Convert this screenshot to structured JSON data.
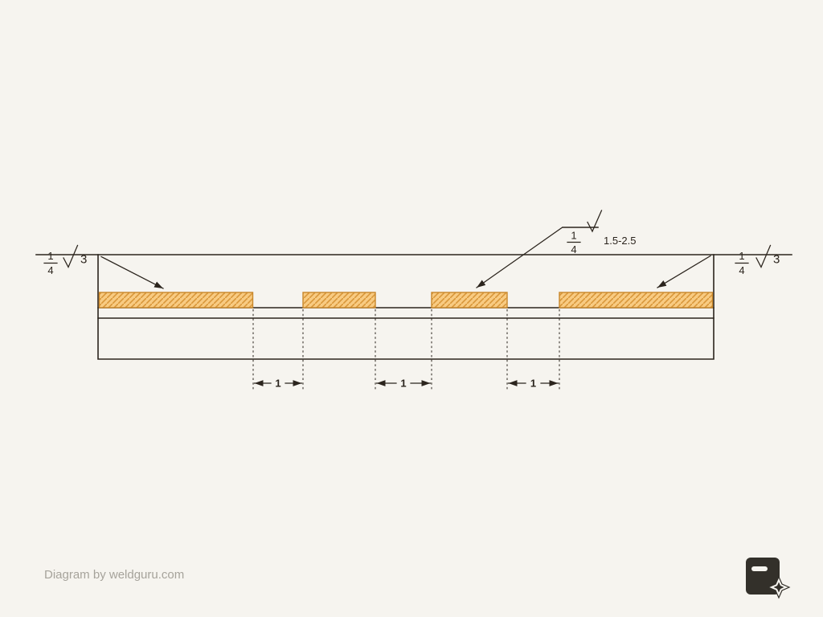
{
  "colors": {
    "background": "#f6f4ef",
    "line": "#2b241d",
    "weld_fill": "#f8cb82",
    "weld_hatch": "#d9973a",
    "weld_border": "#c8872b",
    "footer_text": "#a6a39b",
    "logo": "#33302a"
  },
  "weld_symbols": {
    "left": {
      "numerator": "1",
      "denominator": "4",
      "size": "3"
    },
    "right": {
      "numerator": "1",
      "denominator": "4",
      "size": "3"
    },
    "top": {
      "numerator": "1",
      "denominator": "4",
      "pitch_range": "1.5-2.5"
    }
  },
  "dimensions": {
    "pitch_labels": [
      "1",
      "1",
      "1"
    ]
  },
  "footer": {
    "credit": "Diagram by weldguru.com"
  }
}
